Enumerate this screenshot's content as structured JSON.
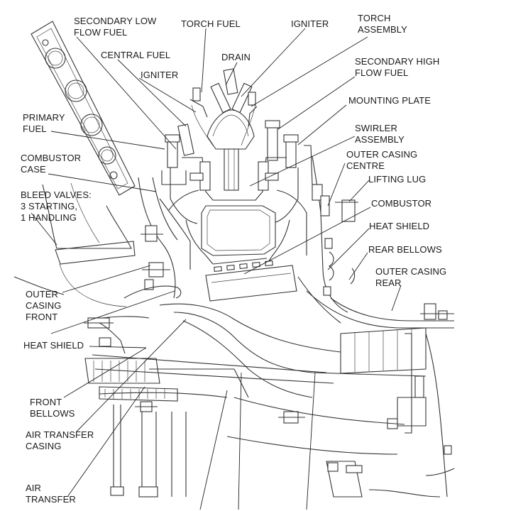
{
  "labels": {
    "secondary_low_flow_fuel": [
      "SECONDARY LOW",
      "FLOW FUEL"
    ],
    "torch_fuel": "TORCH FUEL",
    "igniter_top": "IGNITER",
    "torch_assembly": [
      "TORCH",
      "ASSEMBLY"
    ],
    "central_fuel": "CENTRAL FUEL",
    "drain": "DRAIN",
    "igniter_left": "IGNITER",
    "secondary_high_flow_fuel": [
      "SECONDARY HIGH",
      "FLOW FUEL"
    ],
    "mounting_plate": "MOUNTING PLATE",
    "primary_fuel": [
      "PRIMARY",
      "FUEL"
    ],
    "swirler_assembly": [
      "SWIRLER",
      "ASSEMBLY"
    ],
    "combustor_case": [
      "COMBUSTOR",
      "CASE"
    ],
    "outer_casing_centre": [
      "OUTER CASING",
      "CENTRE"
    ],
    "lifting_lug": "LIFTING LUG",
    "bleed_valves": [
      "BLEED VALVES:",
      "3 STARTING,",
      "1 HANDLING"
    ],
    "combustor": "COMBUSTOR",
    "heat_shield_right": "HEAT SHIELD",
    "rear_bellows": "REAR BELLOWS",
    "outer_casing_rear": [
      "OUTER CASING",
      "REAR"
    ],
    "outer_casing_front": [
      "OUTER",
      "CASING",
      "FRONT"
    ],
    "heat_shield_left": "HEAT SHIELD",
    "front_bellows": [
      "FRONT",
      "BELLOWS"
    ],
    "air_transfer_casing": [
      "AIR TRANSFER",
      "CASING"
    ],
    "air_transfer": [
      "AIR",
      "TRANSFER"
    ]
  }
}
